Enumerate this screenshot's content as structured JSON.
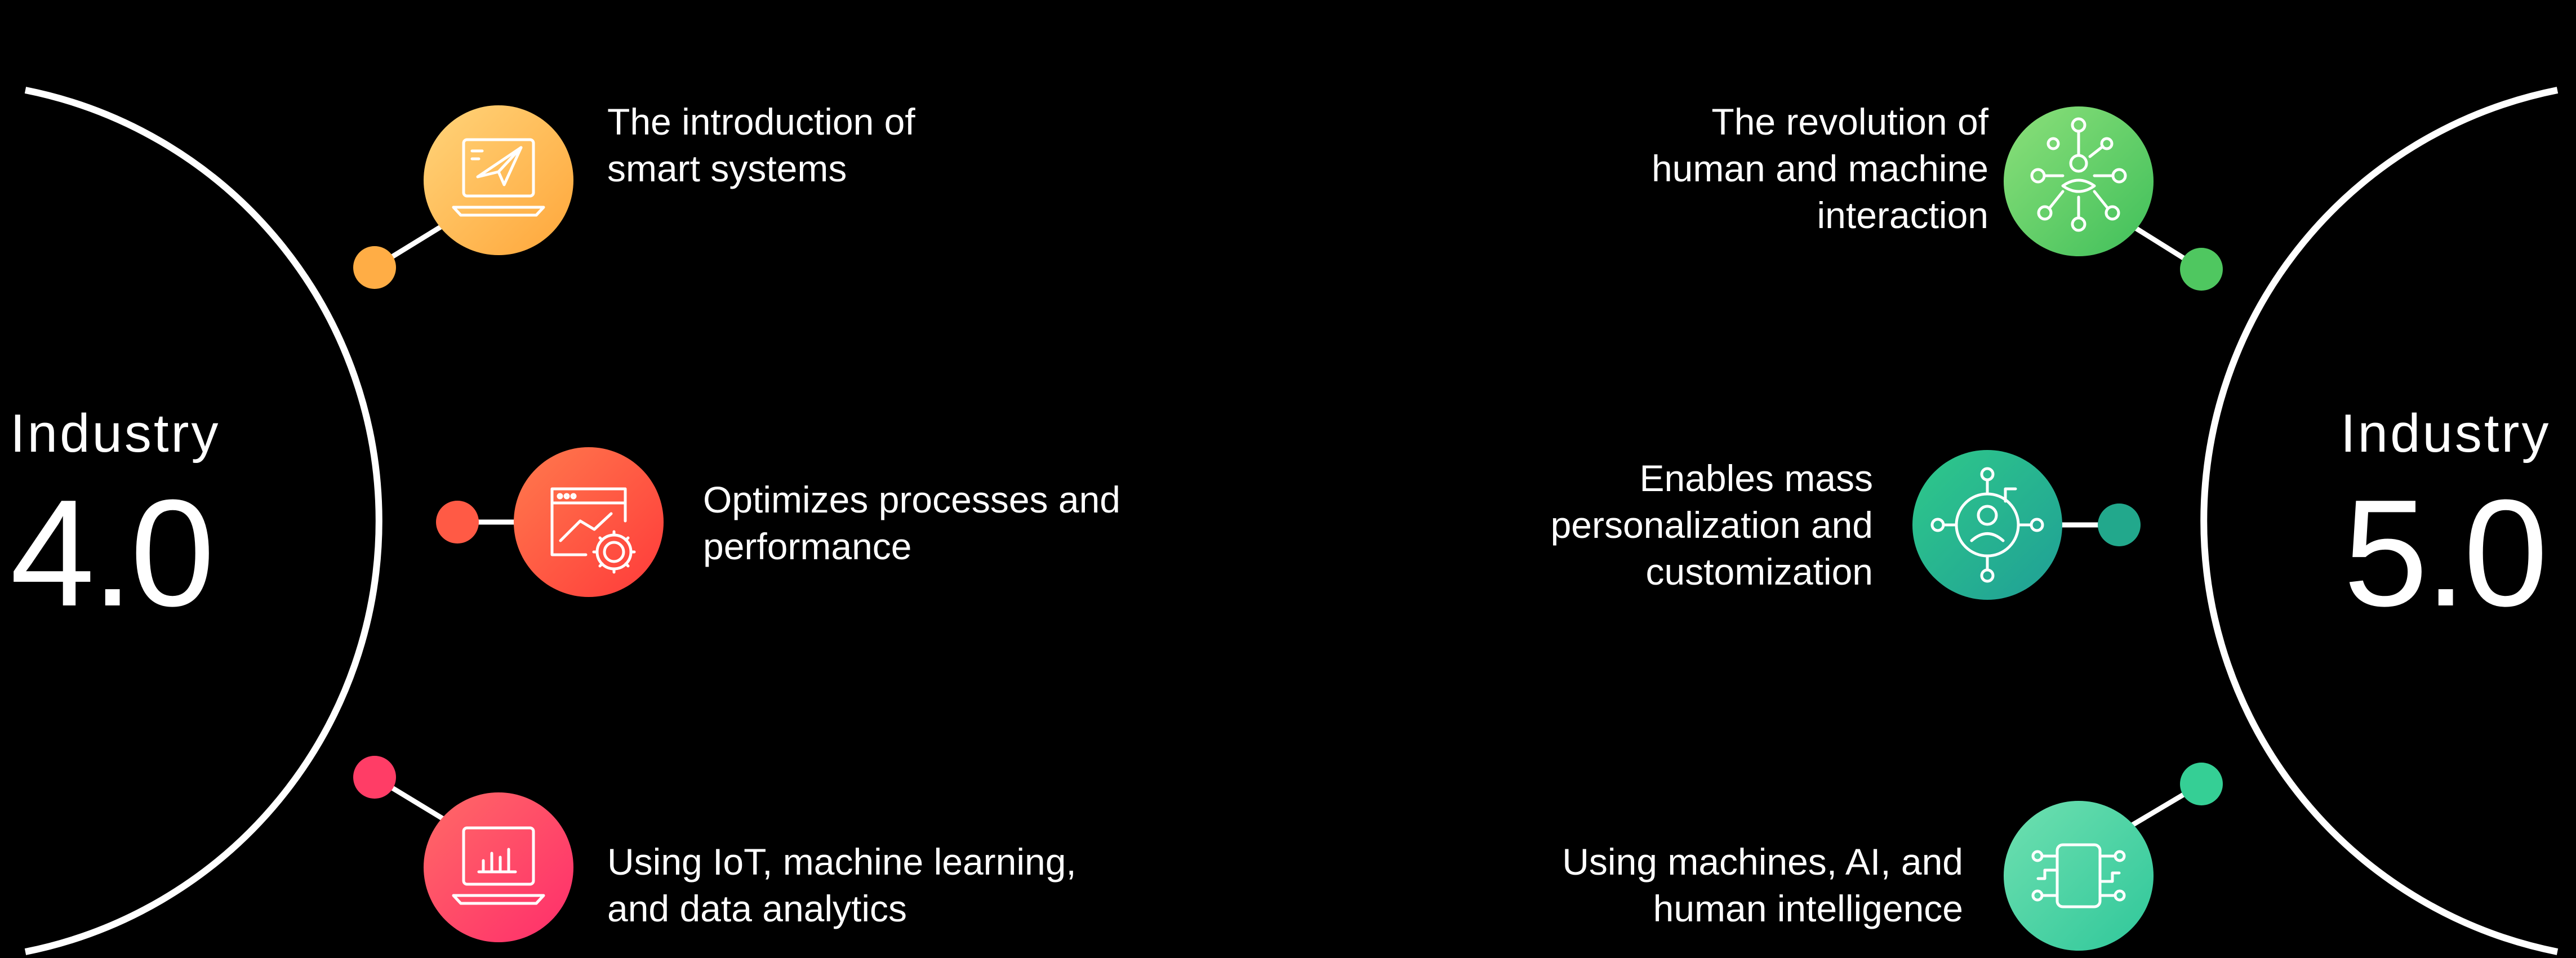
{
  "industry40": {
    "word": "Industry",
    "number": "4.0",
    "items": [
      {
        "text": "The introduction of\nsmart systems",
        "icon": "laptop-paper-plane-icon",
        "gradient": [
          "#ffd47a",
          "#ffa63a"
        ],
        "dot_color": "#ffad45"
      },
      {
        "text": "Optimizes processes and\nperformance",
        "icon": "browser-gear-icon",
        "gradient": [
          "#ff7a4d",
          "#ff3a3a"
        ],
        "dot_color": "#ff5a45"
      },
      {
        "text": "Using IoT, machine learning,\nand data analytics",
        "icon": "laptop-chart-icon",
        "gradient": [
          "#ff6a66",
          "#ff2d6b"
        ],
        "dot_color": "#ff3d66"
      }
    ]
  },
  "industry50": {
    "word": "Industry",
    "number": "5.0",
    "items": [
      {
        "text": "The revolution of\nhuman and machine\ninteraction",
        "icon": "human-network-icon",
        "gradient": [
          "#8ce07a",
          "#3fbf5a"
        ],
        "dot_color": "#4fc760"
      },
      {
        "text": "Enables mass\npersonalization and\ncustomization",
        "icon": "person-hub-icon",
        "gradient": [
          "#2fc98a",
          "#1f9f96"
        ],
        "dot_color": "#22a88c"
      },
      {
        "text": "Using machines, AI, and\nhuman intelligence",
        "icon": "circuit-chip-icon",
        "gradient": [
          "#6fe0b0",
          "#2fc79a"
        ],
        "dot_color": "#35cf95"
      }
    ]
  },
  "colors": {
    "background": "#000000",
    "line": "#ffffff",
    "text": "#ffffff"
  }
}
